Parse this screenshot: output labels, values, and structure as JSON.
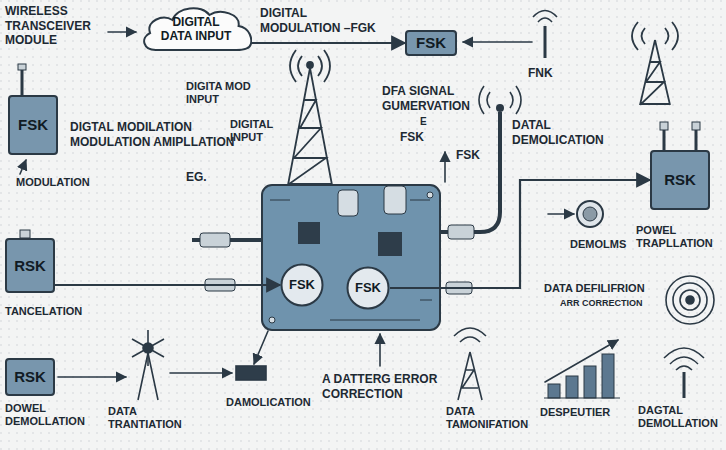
{
  "diagram": {
    "nodes": [
      {
        "text": [
          "DIGITAL DATA INPUT"
        ]
      },
      {
        "text": [
          "FSK"
        ]
      },
      {
        "text": [
          "FSK"
        ]
      },
      {
        "text": [
          "RSK"
        ]
      },
      {
        "text": [
          "RSK"
        ]
      },
      {
        "text": [
          "FSK"
        ]
      },
      {
        "text": [
          "FSK"
        ]
      },
      {
        "text": [
          "RSK"
        ]
      }
    ],
    "edges": [
      {
        "from": 0,
        "to": 1,
        "arrow": "to",
        "label": "DIGITAL MODULATION –FGK"
      },
      {
        "from": 4,
        "to": 5,
        "arrow": "to"
      },
      {
        "from": 6,
        "to": 3,
        "arrow": "to"
      }
    ],
    "labels": [
      "WIRELESS TRANSCEIVER MODULE",
      "DIGITA MOD INPUT",
      "DIGITAL INPUT",
      "DFA SIGNAL GUMERVATION",
      "E",
      "FSK",
      "FSK",
      "FNK",
      "DATAL DEMOLICATION",
      "MODULATION",
      "DIGTAL MODILATION MODULATION AMIPLLATION",
      "EG.",
      "POWEL TRAPLLATION",
      "DEMOLMS",
      "DATA DEFILIFRION",
      "ARR CORRECTION",
      "TANCELATION",
      "DOWEL DEMOLLATION",
      "DATA TRANTIATION",
      "DAMOLICATION",
      "A DATTERG ERROR CORRECTION",
      "DATA TAMONIFATION",
      "DESPEUTIER",
      "DAGTAL DEMOLLATION"
    ]
  }
}
